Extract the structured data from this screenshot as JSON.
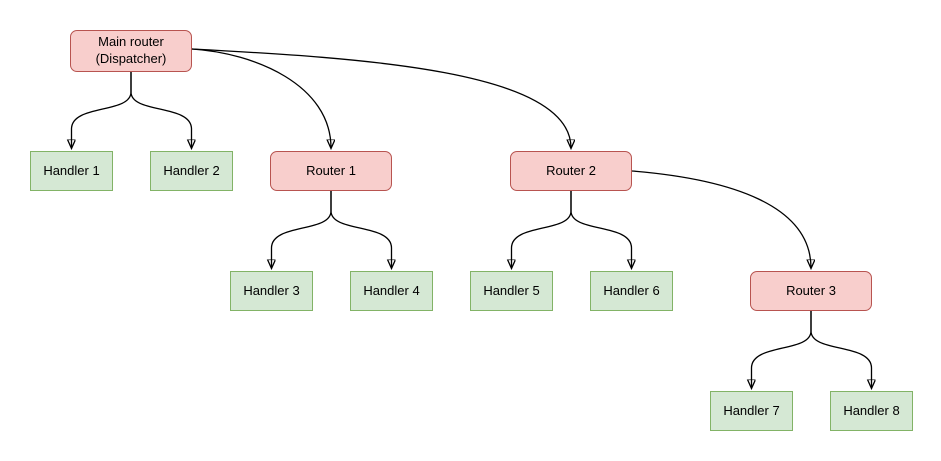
{
  "diagram": {
    "background_color": "#ffffff",
    "edge_color": "#000000",
    "styles": {
      "router": {
        "fill": "#f8cecc",
        "border": "#b85450"
      },
      "handler": {
        "fill": "#d5e8d4",
        "border": "#82b366"
      }
    },
    "nodes": {
      "main": {
        "label": "Main router\n(Dispatcher)",
        "type": "router"
      },
      "handler1": {
        "label": "Handler 1",
        "type": "handler"
      },
      "handler2": {
        "label": "Handler 2",
        "type": "handler"
      },
      "router1": {
        "label": "Router 1",
        "type": "router"
      },
      "router2": {
        "label": "Router 2",
        "type": "router"
      },
      "handler3": {
        "label": "Handler 3",
        "type": "handler"
      },
      "handler4": {
        "label": "Handler 4",
        "type": "handler"
      },
      "handler5": {
        "label": "Handler 5",
        "type": "handler"
      },
      "handler6": {
        "label": "Handler 6",
        "type": "handler"
      },
      "router3": {
        "label": "Router 3",
        "type": "router"
      },
      "handler7": {
        "label": "Handler 7",
        "type": "handler"
      },
      "handler8": {
        "label": "Handler 8",
        "type": "handler"
      }
    },
    "edges": [
      {
        "from": "Main router (Dispatcher)",
        "to": "Handler 1"
      },
      {
        "from": "Main router (Dispatcher)",
        "to": "Handler 2"
      },
      {
        "from": "Main router (Dispatcher)",
        "to": "Router 1"
      },
      {
        "from": "Main router (Dispatcher)",
        "to": "Router 2"
      },
      {
        "from": "Router 1",
        "to": "Handler 3"
      },
      {
        "from": "Router 1",
        "to": "Handler 4"
      },
      {
        "from": "Router 2",
        "to": "Handler 5"
      },
      {
        "from": "Router 2",
        "to": "Handler 6"
      },
      {
        "from": "Router 2",
        "to": "Router 3"
      },
      {
        "from": "Router 3",
        "to": "Handler 7"
      },
      {
        "from": "Router 3",
        "to": "Handler 8"
      }
    ]
  }
}
